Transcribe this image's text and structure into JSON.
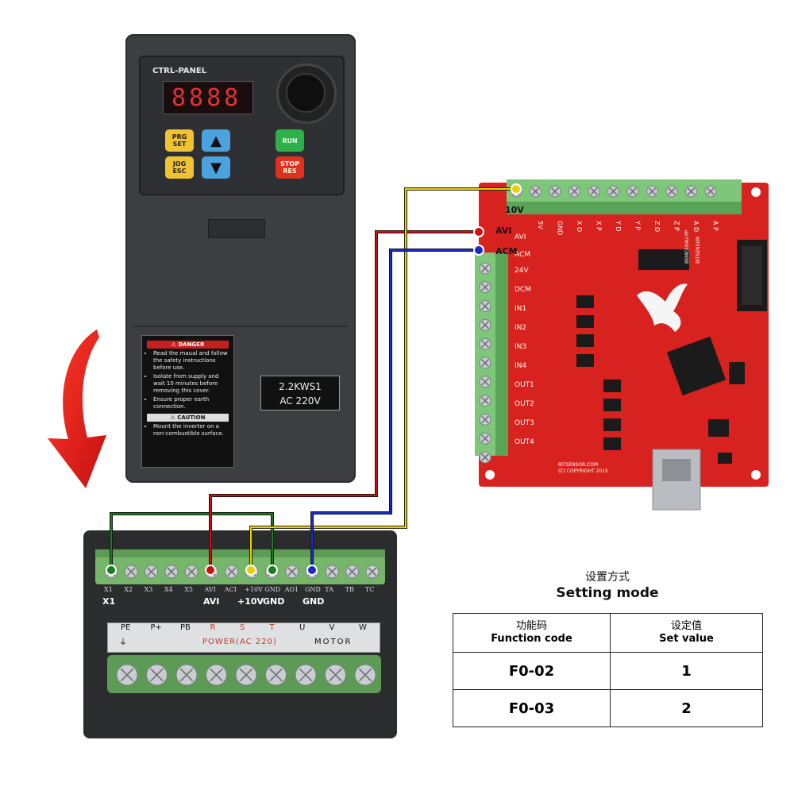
{
  "inverter": {
    "panel_title": "CTRL-PANEL",
    "display_text": "8888",
    "keys": {
      "prg_set": [
        "PRG",
        "SET"
      ],
      "jog_esc": [
        "JOG",
        "ESC"
      ],
      "up": "▲",
      "down": "▼",
      "run": "RUN",
      "stop_res": [
        "STOP",
        "RES"
      ]
    },
    "warning_label": {
      "danger_header": "DANGER",
      "danger_items": [
        "Read the maual and follow the safety instructions before use.",
        "Isolate from supply and wait 10 minutes before removing this cover.",
        "Ensure proper earth connection."
      ],
      "caution_header": "CAUTION",
      "caution_items": [
        "Mount the inverter on a non-combustible surface."
      ]
    },
    "rating": [
      "2.2KWS1",
      "AC 220V"
    ]
  },
  "terminal_block": {
    "control_terminals": [
      "X1",
      "X2",
      "X3",
      "X4",
      "X5",
      "AVI",
      "ACI",
      "+10V",
      "GND",
      "AO1",
      "GND",
      "TA",
      "TB",
      "TC"
    ],
    "callouts": [
      "X1",
      "AVI",
      "+10V",
      "GND",
      "GND"
    ],
    "power_terminals": [
      "PE",
      "P+",
      "PB",
      "R",
      "S",
      "T",
      "U",
      "V",
      "W"
    ],
    "power_group_label": "POWER(AC 220)",
    "motor_group_label": "MOTOR"
  },
  "bob_board": {
    "top_labels": [
      "5V",
      "GND",
      "X D",
      "X P",
      "Y D",
      "Y P",
      "Z D",
      "Z P",
      "A D",
      "A P"
    ],
    "side_labels": [
      "AVI",
      "ACM",
      "24V",
      "DCM",
      "IN1",
      "IN2",
      "IN3",
      "IN4",
      "OUT1",
      "OUT2",
      "OUT3",
      "OUT4"
    ],
    "callouts": {
      "ten_v": "10V",
      "avi": "AVI",
      "acm": "ACM"
    },
    "chip_text": [
      "BSMCE04U-PP",
      "BITSENSOR"
    ],
    "bottom_text": [
      "BITSENSOR.COM",
      "(C) COPYRIGHT 2015"
    ]
  },
  "wire_colors": {
    "x1": "#1e7a1e",
    "avi": "#d01010",
    "ten_v": "#e8d000",
    "gnd": "#1a2bc8"
  },
  "setting_table": {
    "caption_cn": "设置方式",
    "caption_en": "Setting mode",
    "headers": [
      {
        "cn": "功能码",
        "en": "Function code"
      },
      {
        "cn": "设定值",
        "en": "Set value"
      }
    ],
    "rows": [
      {
        "code": "F0-02",
        "value": "1"
      },
      {
        "code": "F0-03",
        "value": "2"
      }
    ]
  }
}
